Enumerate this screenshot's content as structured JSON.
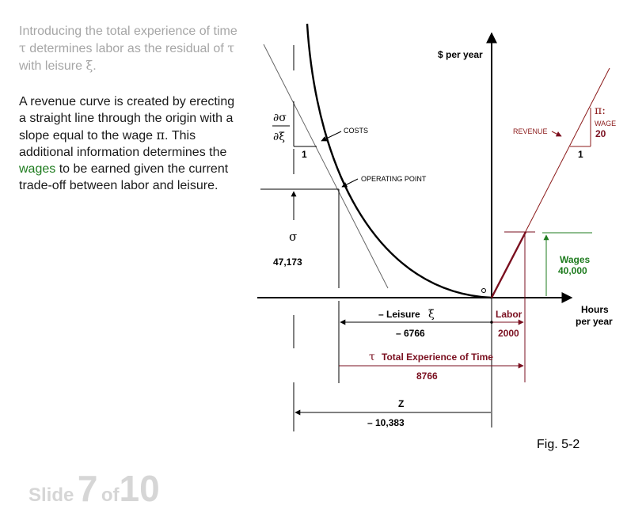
{
  "text": {
    "intro_a": "Introducing the total experience of time ",
    "intro_tau": "τ",
    "intro_b": " determines labor as the residual of ",
    "intro_tau2": "τ",
    "intro_c": " with leisure ",
    "intro_xi": "ξ",
    "intro_d": ".",
    "desc_a": "A revenue curve is created by erecting a straight line through the origin with a slope equal to the wage ",
    "desc_pi": "π",
    "desc_b": ". This additional information determines the ",
    "desc_wages": "wages",
    "desc_c": " to be earned given the current trade-off between labor and leisure."
  },
  "slide": {
    "word": "Slide",
    "current": "7",
    "of": "of",
    "total": "10"
  },
  "diagram": {
    "y_axis_label": "$ per year",
    "x_axis_label_1": "Hours",
    "x_axis_label_2": "per year",
    "slope_num": "∂σ",
    "slope_den": "∂ξ",
    "slope_one_left": "1",
    "costs_label": "COSTS",
    "operating_point_label": "OPERATING POINT",
    "sigma_symbol": "σ",
    "sigma_value": "47,173",
    "revenue_label": "REVENUE",
    "pi_symbol": "π:",
    "wage_label": "WAGE",
    "wage_value": "20",
    "slope_one_right": "1",
    "wages_label": "Wages",
    "wages_value": "40,000",
    "leisure_label": "– Leisure",
    "xi_symbol": "ξ",
    "leisure_value": "– 6766",
    "labor_label": "Labor",
    "labor_value": "2000",
    "tau_symbol": "τ",
    "total_label": "Total Experience of Time",
    "total_value": "8766",
    "z_label": "Z",
    "z_value": "– 10,383",
    "fig_label": "Fig. 5-2"
  },
  "colors": {
    "intro_text": "#a6a6a6",
    "body_text": "#1a1a1a",
    "wages_green": "#1e7b1e",
    "revenue_red": "#8b1a1a",
    "dark_red": "#7a0f1f",
    "slide_grey": "#d6d6d6"
  }
}
